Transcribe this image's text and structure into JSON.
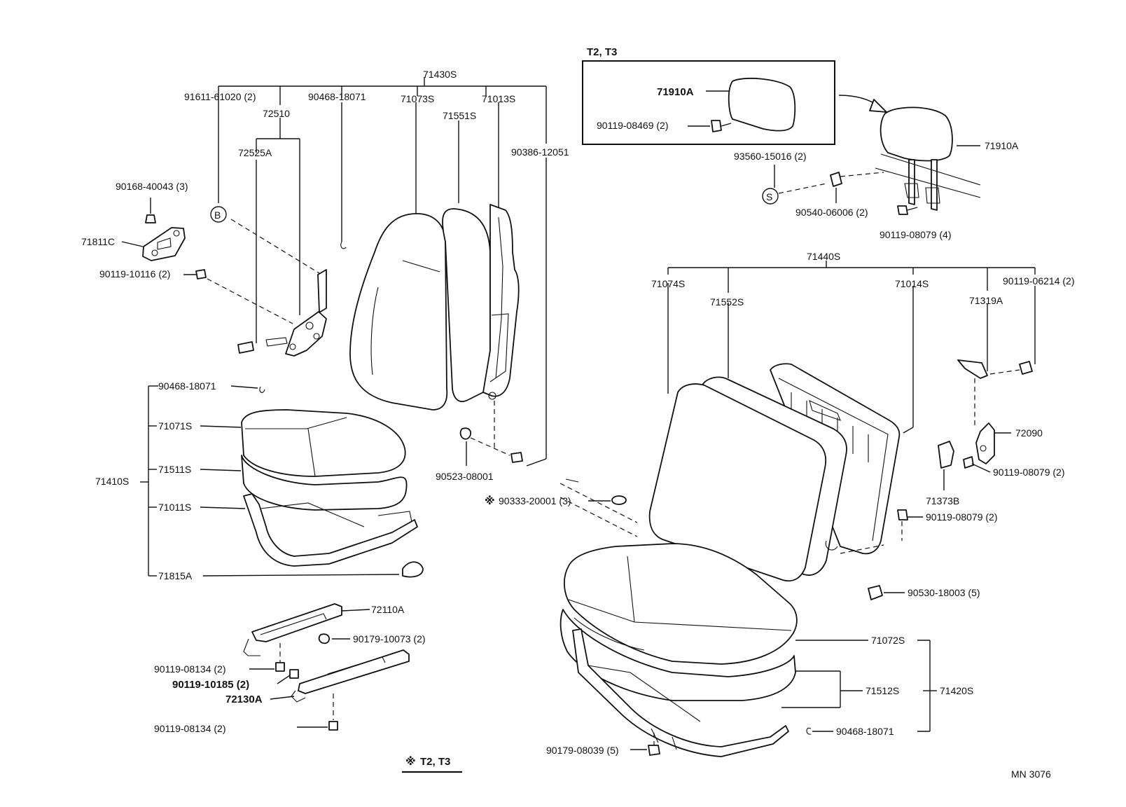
{
  "labels": {
    "l71430S": "71430S",
    "l91611": "91611-61020 (2)",
    "l72510": "72510",
    "l90468a": "90468-18071",
    "l71073S": "71073S",
    "l71551S": "71551S",
    "l71013S": "71013S",
    "l90386": "90386-12051",
    "l72525A": "72525A",
    "l90168": "90168-40043 (3)",
    "l71811C": "71811C",
    "l90119_10116": "90119-10116 (2)",
    "l90468b": "90468-18071",
    "l71071S": "71071S",
    "l71511S": "71511S",
    "l71410S": "71410S",
    "l71011S": "71011S",
    "l71815A": "71815A",
    "l90523": "90523-08001",
    "l90333": "90333-20001 (3)",
    "l72110A": "72110A",
    "l90179_10073": "90179-10073 (2)",
    "l90119_08134a": "90119-08134 (2)",
    "l90119_10185": "90119-10185 (2)",
    "l72130A": "72130A",
    "l90119_08134b": "90119-08134 (2)",
    "lT2T3_bottom": "T2, T3",
    "lT2T3_box": "T2, T3",
    "l71910A_box": "71910A",
    "l90119_08469": "90119-08469 (2)",
    "l71910A": "71910A",
    "l93560": "93560-15016 (2)",
    "l90540": "90540-06006 (2)",
    "l90119_08079_4": "90119-08079 (4)",
    "l71440S": "71440S",
    "l71074S": "71074S",
    "l71552S": "71552S",
    "l71014S": "71014S",
    "l90119_06214": "90119-06214 (2)",
    "l71319A": "71319A",
    "l72090": "72090",
    "l90119_08079_2a": "90119-08079 (2)",
    "l71373B": "71373B",
    "l90119_08079_2b": "90119-08079 (2)",
    "l90530": "90530-18003 (5)",
    "l71072S": "71072S",
    "l71512S": "71512S",
    "l71420S": "71420S",
    "l90468c": "90468-18071",
    "l90179_08039": "90179-08039 (5)",
    "lMN": "MN  3076",
    "circleB": "B",
    "circleS": "S",
    "ref_mark": "※"
  }
}
